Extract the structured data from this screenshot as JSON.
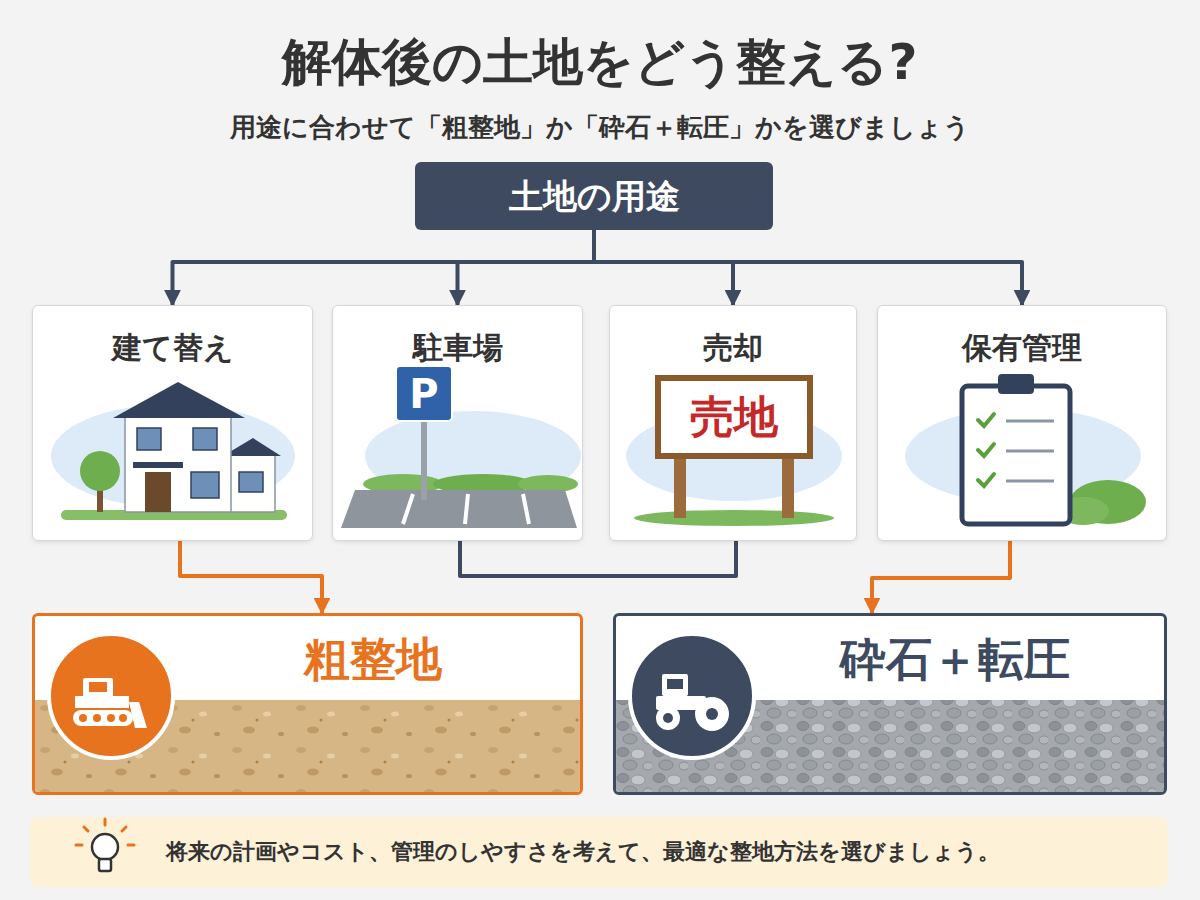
{
  "diagram": {
    "title": "解体後の土地をどう整える?",
    "nodes": [
      {
        "text": [
          "土地の用途"
        ]
      },
      {
        "text": [
          "建て替え"
        ]
      },
      {
        "text": [
          "駐車場"
        ]
      },
      {
        "text": [
          "売却"
        ]
      },
      {
        "text": [
          "保有管理"
        ]
      },
      {
        "text": [
          "粗整地"
        ]
      },
      {
        "text": [
          "砕石＋転圧"
        ]
      },
      {
        "text": [
          "将来の計画やコスト、管理のしやすさを考えて、最適な整地方法を選びましょう。"
        ]
      }
    ],
    "edges": [
      {
        "from": 0,
        "to": 1,
        "arrow": "to"
      },
      {
        "from": 0,
        "to": 2,
        "arrow": "to"
      },
      {
        "from": 0,
        "to": 3,
        "arrow": "to"
      },
      {
        "from": 0,
        "to": 4,
        "arrow": "to"
      },
      {
        "from": 1,
        "to": 5,
        "arrow": "to"
      },
      {
        "from": 2,
        "to": 3,
        "arrow": "none"
      },
      {
        "from": 4,
        "to": 6,
        "arrow": "to"
      }
    ],
    "labels": [
      "用途に合わせて「粗整地」か「砕石＋転圧」かを選びましょう",
      "P",
      "売地"
    ]
  }
}
